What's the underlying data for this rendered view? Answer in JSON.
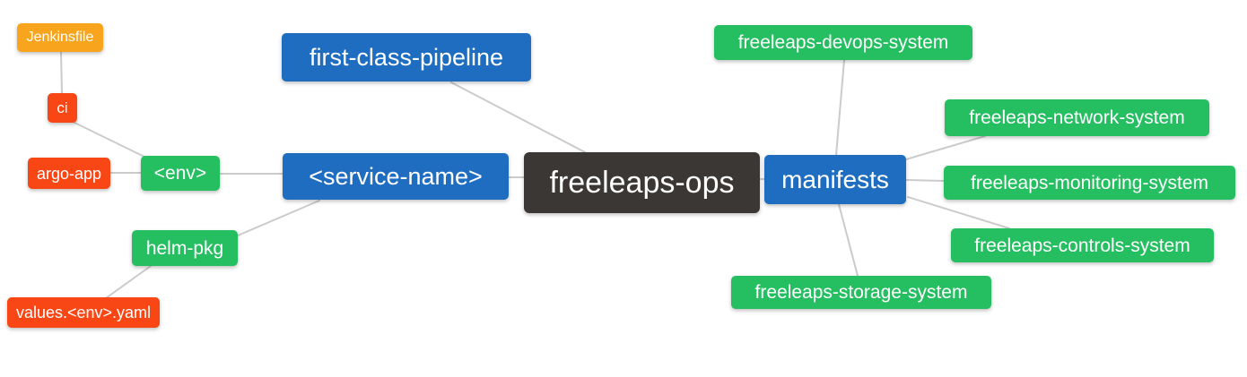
{
  "diagram": {
    "type": "mindmap",
    "root": "freeleaps_ops",
    "nodes": {
      "freeleaps_ops": {
        "label": "freeleaps-ops",
        "color": "dark"
      },
      "first_class_pipeline": {
        "label": "first-class-pipeline",
        "color": "blue"
      },
      "service_name": {
        "label": "<service-name>",
        "color": "blue"
      },
      "manifests": {
        "label": "manifests",
        "color": "blue"
      },
      "env": {
        "label": "<env>",
        "color": "green"
      },
      "helm_pkg": {
        "label": "helm-pkg",
        "color": "green"
      },
      "ci": {
        "label": "ci",
        "color": "red"
      },
      "argo_app": {
        "label": "argo-app",
        "color": "red"
      },
      "jenkinsfile": {
        "label": "Jenkinsfile",
        "color": "orange"
      },
      "values_env_yaml": {
        "label": "values.<env>.yaml",
        "color": "red"
      },
      "devops_system": {
        "label": "freeleaps-devops-system",
        "color": "green"
      },
      "network_system": {
        "label": "freeleaps-network-system",
        "color": "green"
      },
      "monitoring_system": {
        "label": "freeleaps-monitoring-system",
        "color": "green"
      },
      "controls_system": {
        "label": "freeleaps-controls-system",
        "color": "green"
      },
      "storage_system": {
        "label": "freeleaps-storage-system",
        "color": "green"
      }
    },
    "relations": [
      [
        "freeleaps_ops",
        "first_class_pipeline"
      ],
      [
        "freeleaps_ops",
        "service_name"
      ],
      [
        "freeleaps_ops",
        "manifests"
      ],
      [
        "service_name",
        "env"
      ],
      [
        "service_name",
        "helm_pkg"
      ],
      [
        "env",
        "ci"
      ],
      [
        "env",
        "argo_app"
      ],
      [
        "ci",
        "jenkinsfile"
      ],
      [
        "helm_pkg",
        "values_env_yaml"
      ],
      [
        "manifests",
        "devops_system"
      ],
      [
        "manifests",
        "network_system"
      ],
      [
        "manifests",
        "monitoring_system"
      ],
      [
        "manifests",
        "controls_system"
      ],
      [
        "manifests",
        "storage_system"
      ]
    ]
  },
  "palette": {
    "blue": "#1E6DC0",
    "green": "#25BF62",
    "red": "#F84615",
    "orange": "#F8A41D",
    "dark": "#3B3734",
    "edge": "#CBCBCB",
    "node_text": "#FFFFFF",
    "background": "#FFFFFF"
  }
}
